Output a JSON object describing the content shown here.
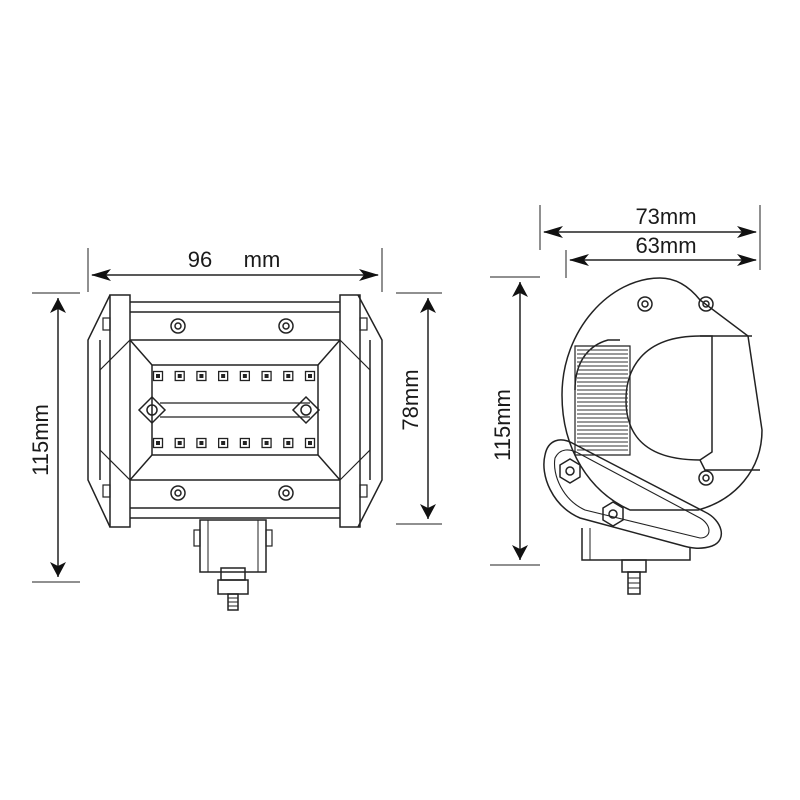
{
  "front_view": {
    "width_value": "96",
    "width_unit": "mm",
    "height_label": "115mm",
    "inner_height_label": "78mm",
    "led_rows": 2,
    "leds_per_row": 8
  },
  "side_view": {
    "outer_width_label": "73mm",
    "inner_width_label": "63mm",
    "height_label": "115mm"
  },
  "colors": {
    "line": "#222222",
    "text": "#1a1a1a",
    "background": "#ffffff"
  }
}
